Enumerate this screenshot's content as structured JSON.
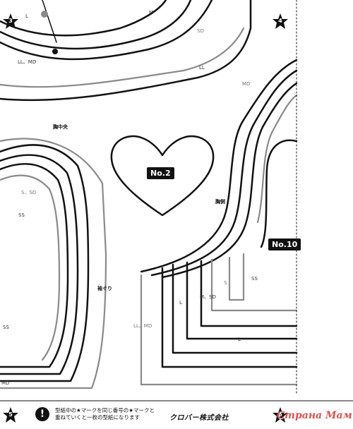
{
  "piece_labels": {
    "piece_2": "No.2",
    "piece_10": "No.10"
  },
  "stars": {
    "s3": "3",
    "s4": "4",
    "s5": "5",
    "s6": "6"
  },
  "size_labels": {
    "l_top": "L",
    "m_top": "M",
    "ll_md_top": "LL、MD",
    "sd_top": "SD",
    "ll_right": "LL",
    "md_right": "MD",
    "s_sd_left": "S、SD",
    "ss_left": "SS",
    "ss_bottom_left": "SS",
    "md_bottom_left": "MD",
    "ss_right": "SS",
    "s_right": "S",
    "m_sd_right": "M、SD",
    "l_right_small": "L",
    "ll_md_lower": "LL、MD",
    "l_bottom": "L"
  },
  "annotations": {
    "center_front": "胸中央",
    "side": "胸側",
    "armhole": "袖ぐり"
  },
  "footer": {
    "note_line1": "型紙中の★マークを同じ番号の★マークと",
    "note_line2": "重ねていくと一枚の型紙になります",
    "warning_symbol": "!",
    "brand": "クロバー株式会社",
    "watermark": "Страна Мам"
  },
  "colors": {
    "line_black": "#111111",
    "line_grey": "#8a8a8a",
    "watermark": "#d9534f"
  }
}
